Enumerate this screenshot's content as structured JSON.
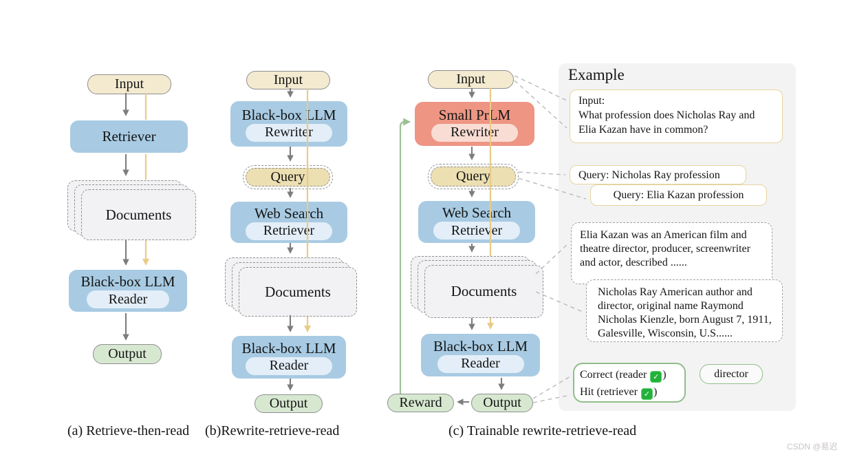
{
  "figure": {
    "panel_a": {
      "caption": "(a) Retrieve-then-read",
      "input": "Input",
      "retriever": "Retriever",
      "documents": "Documents",
      "reader_title": "Black-box LLM",
      "reader_label": "Reader",
      "output": "Output"
    },
    "panel_b": {
      "caption": "(b)Rewrite-retrieve-read",
      "input": "Input",
      "rewriter_title": "Black-box LLM",
      "rewriter_label": "Rewriter",
      "query": "Query",
      "retriever_title": "Web Search",
      "retriever_label": "Retriever",
      "documents": "Documents",
      "reader_title": "Black-box LLM",
      "reader_label": "Reader",
      "output": "Output"
    },
    "panel_c": {
      "caption": "(c) Trainable rewrite-retrieve-read",
      "input": "Input",
      "rewriter_title": "Small PrLM",
      "rewriter_label": "Rewriter",
      "query": "Query",
      "retriever_title": "Web Search",
      "retriever_label": "Retriever",
      "documents": "Documents",
      "reader_title": "Black-box LLM",
      "reader_label": "Reader",
      "output": "Output",
      "reward": "Reward"
    }
  },
  "example": {
    "title": "Example",
    "input_label": "Input:",
    "input_line1": "What profession does Nicholas Ray and",
    "input_line2": "Elia Kazan have in common?",
    "query1": "Query: Nicholas Ray profession",
    "query2": "Query: Elia Kazan profession",
    "doc1": "Elia Kazan was an American film and theatre director, producer, screenwriter and actor, described  ......",
    "doc2": "Nicholas Ray American author and director, original name Raymond Nicholas Kienzle, born August 7, 1911, Galesville, Wisconsin, U.S......",
    "correct_prefix": "Correct (reader ",
    "correct_suffix": ")",
    "hit_prefix": "Hit (retriever ",
    "hit_suffix": ")",
    "check_glyph": "✓",
    "answer": "director"
  },
  "watermark": "CSDN @易迟",
  "colors": {
    "node_blue": "#a8cbe3",
    "node_blue_inner": "#e3eef8",
    "node_red": "#ee9584",
    "node_red_inner": "#f9ddd4",
    "node_tan": "#f4ead0",
    "query_tan": "#ecdfb2",
    "node_green": "#d7e8d1",
    "docs_gray": "#f2f2f4",
    "panel_gray": "#f3f3f3",
    "arrow_gray": "#7d7d7d",
    "arrow_yellow": "#e8cb87",
    "arrow_green": "#9cc096",
    "example_tan_border": "#e6d4a0",
    "example_green_border": "#90bd8a",
    "check_green": "#22b13a"
  }
}
